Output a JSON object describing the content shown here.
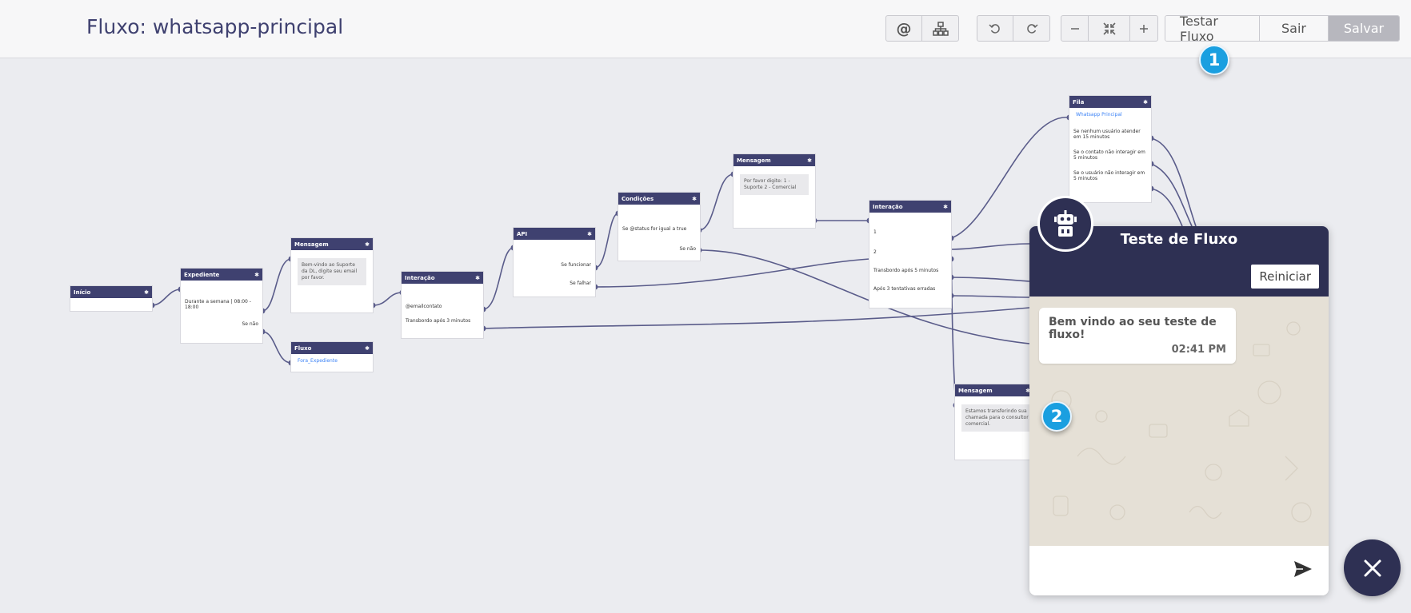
{
  "header": {
    "title": "Fluxo: whatsapp-principal",
    "buttons": {
      "mention": "@",
      "test_flow": "Testar Fluxo",
      "exit": "Sair",
      "save": "Salvar"
    }
  },
  "badges": [
    "1",
    "2"
  ],
  "nodes": {
    "inicio": {
      "title": "Início"
    },
    "expediente": {
      "title": "Expediente",
      "row1": "Durante a semana | 08:00 - 18:00",
      "row2": "Se não"
    },
    "mensagem1": {
      "title": "Mensagem",
      "text": "Bem-vindo ao Suporte da DL, digite seu email por favor."
    },
    "fluxo": {
      "title": "Fluxo",
      "link": "Fora_Expediente"
    },
    "interacao1": {
      "title": "Interação",
      "row1": "@emailcontato",
      "row2": "Transbordo após 3 minutos"
    },
    "api": {
      "title": "API",
      "row1": "Se funcionar",
      "row2": "Se falhar"
    },
    "condicoes": {
      "title": "Condições",
      "row1": "Se @status for igual a true",
      "row2": "Se não"
    },
    "mensagem2": {
      "title": "Mensagem",
      "text": "Por favor digite: 1 - Suporte 2 - Comercial"
    },
    "interacao2": {
      "title": "Interação",
      "row1": "1",
      "row2": "2",
      "row3": "Transbordo após 5 minutos",
      "row4": "Após 3 tentativas erradas"
    },
    "fila": {
      "title": "Fila",
      "link": "Whatsapp Principal",
      "row1": "Se nenhum usuário atender em 15 minutos",
      "row2": "Se o contato não interagir em 5 minutos",
      "row3": "Se o usuário não interagir em 5 minutos"
    },
    "mensagem3": {
      "title": "Mensagem",
      "text": "Estamos transferindo sua chamada para o consultor comercial."
    }
  },
  "chat": {
    "title": "Teste de Fluxo",
    "reset_label": "Reiniciar",
    "message_text": "Bem vindo ao seu teste de fluxo!",
    "message_time": "02:41 PM",
    "input_placeholder": ""
  },
  "colors": {
    "accent": "#3f4170",
    "panel_header": "#2e3053",
    "badge": "#1a9fe0",
    "edge": "#5a5c8a",
    "chat_bg": "#e5e0d6"
  },
  "icons": [
    "mention-icon",
    "hierarchy-icon",
    "undo-icon",
    "redo-icon",
    "zoom-out-icon",
    "fit-screen-icon",
    "zoom-in-icon",
    "robot-icon",
    "send-icon",
    "close-icon",
    "gear-icon"
  ]
}
